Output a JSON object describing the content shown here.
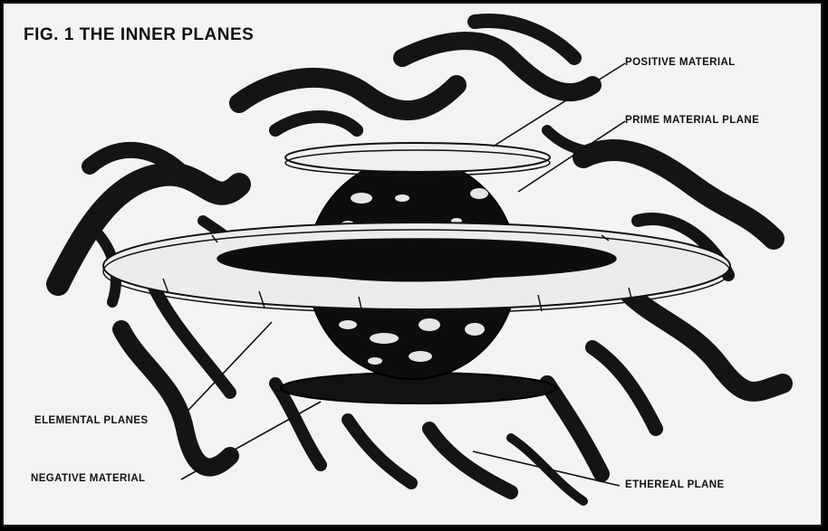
{
  "figure": {
    "title": "FIG. 1 THE INNER PLANES",
    "labels": {
      "positive_material": "POSITIVE MATERIAL",
      "prime_material_plane": "PRIME MATERIAL PLANE",
      "elemental_planes": "ELEMENTAL PLANES",
      "negative_material": "NEGATIVE MATERIAL",
      "ethereal_plane": "ETHEREAL PLANE"
    }
  }
}
